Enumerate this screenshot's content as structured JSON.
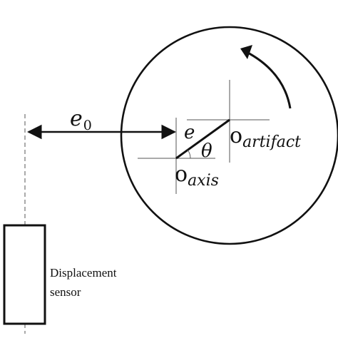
{
  "colors": {
    "stroke": "#111111",
    "thin": "#555555",
    "background": "#ffffff"
  },
  "labels": {
    "offset_main": "e",
    "offset_sub": "0",
    "eccentricity": "e",
    "angle": "θ",
    "artifact_main": "o",
    "artifact_sub": "artifact",
    "axis_main": "o",
    "axis_sub": "axis",
    "sensor_line1": "Displacement",
    "sensor_line2": "sensor"
  },
  "icons": {
    "rotation": "curved-arrow-counterclockwise-icon"
  }
}
